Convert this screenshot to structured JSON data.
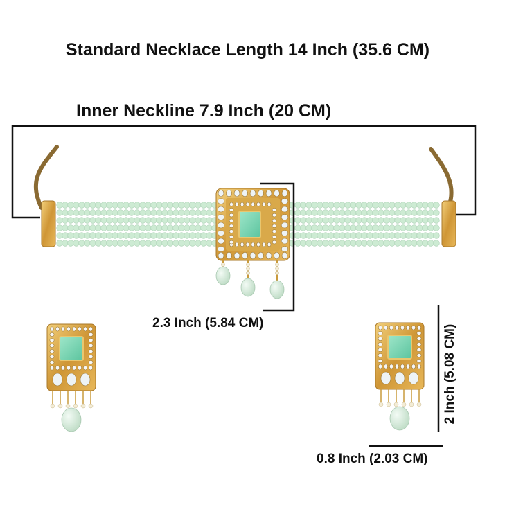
{
  "title": "Standard Necklace Length 14 Inch (35.6 CM)",
  "labels": {
    "inner_neckline": "Inner Neckline 7.9 Inch (20 CM)",
    "pendant_height": "2.3 Inch (5.84 CM)",
    "earring_height": "2 Inch (5.08 CM)",
    "earring_width": "0.8 Inch (2.03 CM)"
  },
  "colors": {
    "bead": "#cdebd3",
    "stone": "#7fd8b8",
    "gold": "#d4a23f",
    "cord": "#8a6a32",
    "kundan": "#eef3f5",
    "pearl": "#f3ecd6"
  }
}
